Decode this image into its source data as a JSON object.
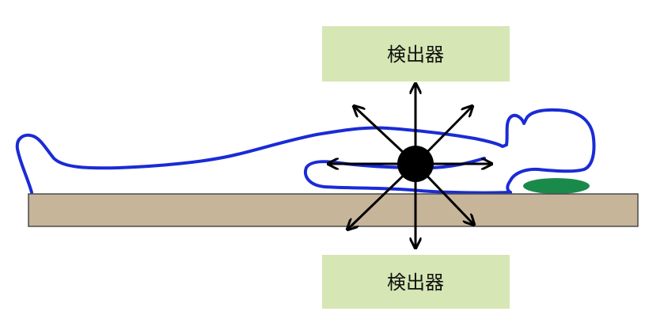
{
  "detectors": {
    "top": {
      "label": "検出器"
    },
    "bottom": {
      "label": "検出器"
    }
  },
  "colors": {
    "detector_fill": "#d6e6b4",
    "bed_fill": "#c7b59a",
    "bed_stroke": "#4a4a4a",
    "body_outline": "#1a2bd6",
    "pillow": "#1a8a4a",
    "source": "#000000",
    "arrows": "#000000"
  },
  "scene": {
    "radiation_directions": 8,
    "icons": [
      "patient-body-outline",
      "radiation-source-icon",
      "pillow-icon",
      "bed"
    ]
  }
}
